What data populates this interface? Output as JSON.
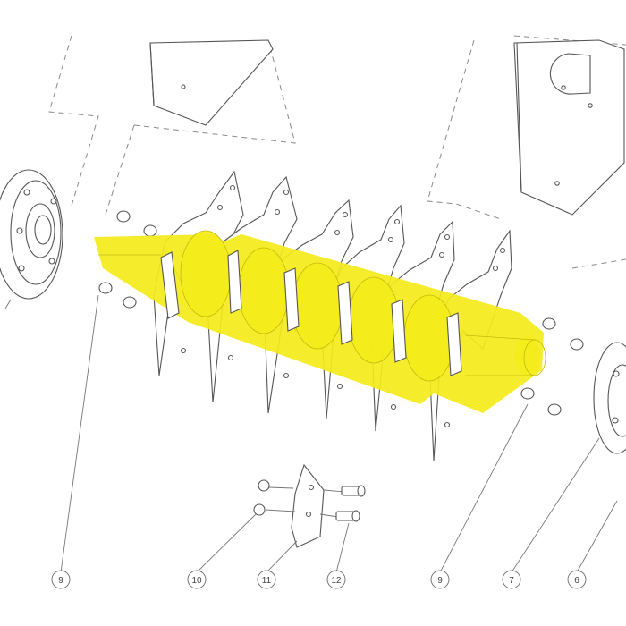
{
  "diagram": {
    "highlight_color": "#f4ec1a",
    "line_color": "#555555",
    "callouts": [
      {
        "id": "callout-9-left",
        "label": "9"
      },
      {
        "id": "callout-10",
        "label": "10"
      },
      {
        "id": "callout-11",
        "label": "11"
      },
      {
        "id": "callout-12",
        "label": "12"
      },
      {
        "id": "callout-9-right",
        "label": "9"
      },
      {
        "id": "callout-7",
        "label": "7"
      },
      {
        "id": "callout-6",
        "label": "6"
      }
    ]
  }
}
